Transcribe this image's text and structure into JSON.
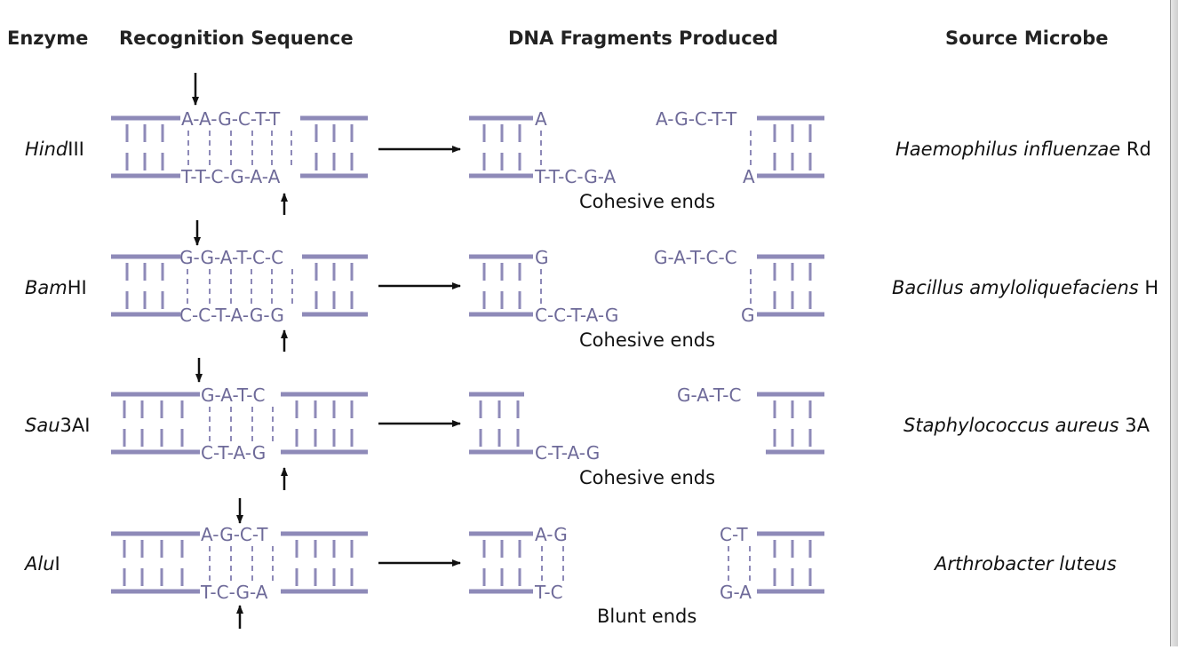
{
  "headers": {
    "enzyme": "Enzyme",
    "recognition": "Recognition Sequence",
    "fragments": "DNA Fragments Produced",
    "source": "Source Microbe"
  },
  "colors": {
    "dna": "#8e8ab8",
    "text_dna": "#6e6a99",
    "ink": "#111111"
  },
  "enzymes": [
    {
      "name_italic": "Hind",
      "name_plain": "III",
      "top_seq": "A-A-G-C-T-T",
      "bottom_seq": "T-T-C-G-A-A",
      "frag_left_top": "A",
      "frag_left_bottom": "T-T-C-G-A",
      "frag_right_top": "A-G-C-T-T",
      "frag_right_bottom": "A",
      "ends_label": "Cohesive ends",
      "source_italic": "Haemophilus influenzae",
      "source_plain": " Rd"
    },
    {
      "name_italic": "Bam",
      "name_plain": "HI",
      "top_seq": "G-G-A-T-C-C",
      "bottom_seq": "C-C-T-A-G-G",
      "frag_left_top": "G",
      "frag_left_bottom": "C-C-T-A-G",
      "frag_right_top": "G-A-T-C-C",
      "frag_right_bottom": "G",
      "ends_label": "Cohesive ends",
      "source_italic": "Bacillus amyloliquefaciens",
      "source_plain": " H"
    },
    {
      "name_italic": "Sau",
      "name_plain": "3AI",
      "top_seq": "G-A-T-C",
      "bottom_seq": "C-T-A-G",
      "frag_left_top": "",
      "frag_left_bottom": "C-T-A-G",
      "frag_right_top": "G-A-T-C",
      "frag_right_bottom": "",
      "ends_label": "Cohesive ends",
      "source_italic": "Staphylococcus aureus",
      "source_plain": " 3A"
    },
    {
      "name_italic": "Alu",
      "name_plain": "I",
      "top_seq": "A-G-C-T",
      "bottom_seq": "T-C-G-A",
      "frag_left_top": "A-G",
      "frag_left_bottom": "T-C",
      "frag_right_top": "C-T",
      "frag_right_bottom": "G-A",
      "ends_label": "Blunt ends",
      "source_italic": "Arthrobacter luteus",
      "source_plain": ""
    }
  ]
}
